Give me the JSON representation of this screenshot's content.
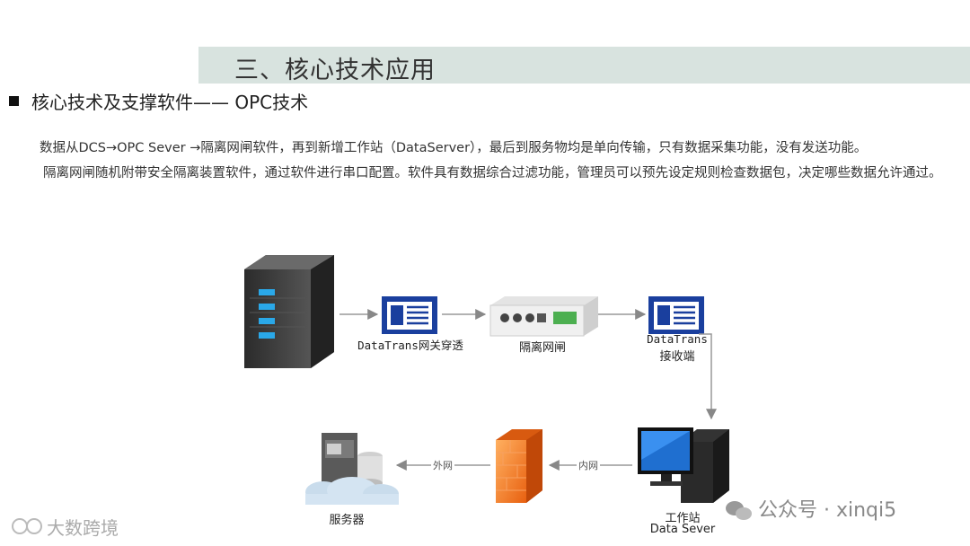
{
  "header": {
    "section_title": "三、核心技术应用",
    "bullet_title": "核心技术及支撑软件—— OPC技术"
  },
  "body": {
    "para1": "数据从DCS→OPC Sever →隔离网闸软件，再到新增工作站（DataServer），最后到服务物均是单向传输，只有数据采集功能，没有发送功能。",
    "para2": "隔离网闸随机附带安全隔离装置软件，通过软件进行串口配置。软件具有数据综合过滤功能，管理员可以预先设定规则检查数据包，决定哪些数据允许通过。"
  },
  "diagram": {
    "nodes": {
      "datatrans_gateway": "DataTrans网关穿透",
      "isolation_gateway": "隔离网闸",
      "datatrans_receiver_line1": "DataTrans",
      "datatrans_receiver_line2": "接收端",
      "workstation_line1": "工作站",
      "workstation_line2": "Data Sever",
      "server": "服务器"
    },
    "edges": {
      "inner_net": "内网",
      "outer_net": "外网"
    }
  },
  "watermarks": {
    "left": "大数跨境",
    "right": "公众号 · xinqi5"
  },
  "colors": {
    "title_band": "#d8e3df",
    "doc_icon_blue": "#1a3f9e",
    "server_accent": "#2aa8e8",
    "firewall_orange": "#f07a20"
  }
}
